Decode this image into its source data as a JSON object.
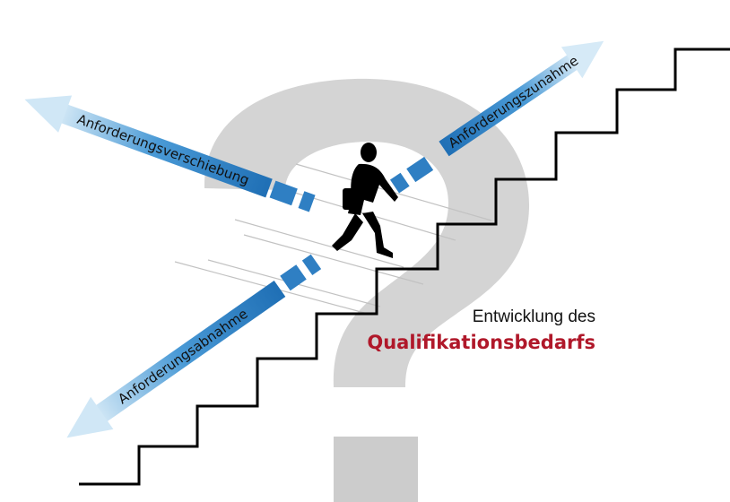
{
  "diagram": {
    "arrow_up_label": "Anforderungszunahme",
    "arrow_left_label": "Anforderungsverschiebung",
    "arrow_down_label": "Anforderungsabnahme",
    "caption_line1": "Entwicklung des",
    "caption_line2": "Qualifikationsbedarfs"
  },
  "colors": {
    "arrow_blue": "#3f8ecb",
    "arrow_light": "#cfe6f5",
    "question_mark_gray": "#d4d4d4",
    "stairs": "#000000",
    "accent_red": "#b0182a",
    "figure": "#000000"
  },
  "icons": [
    "question-mark-graphic",
    "walking-businessman-silhouette",
    "staircase-line"
  ]
}
